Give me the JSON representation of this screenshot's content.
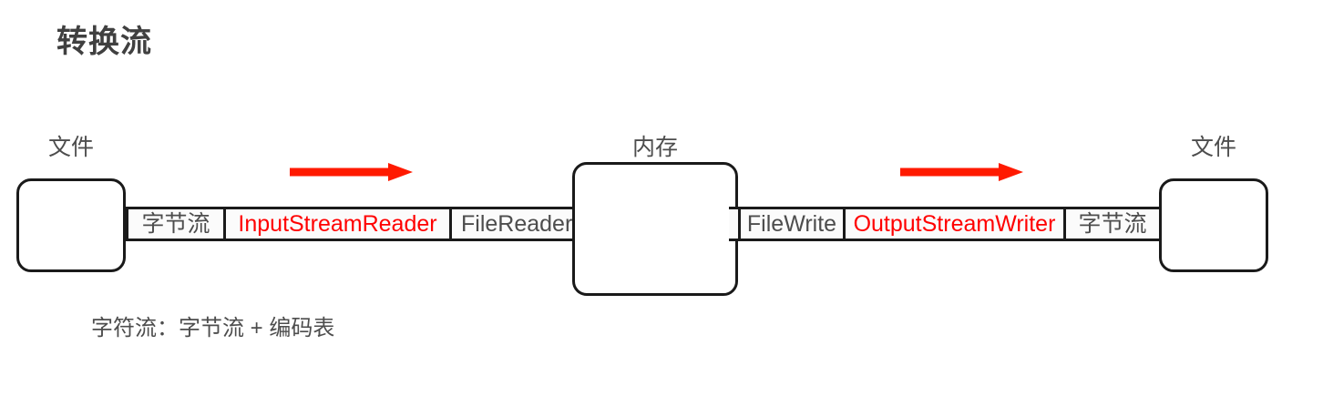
{
  "title": "转换流",
  "diagram": {
    "nodes": [
      {
        "id": "file-left",
        "label": "文件"
      },
      {
        "id": "memory",
        "label": "内存"
      },
      {
        "id": "file-right",
        "label": "文件"
      }
    ],
    "input_band": {
      "cells": [
        {
          "id": "input-byte-stream",
          "text": "字节流",
          "color": "#4d4d4d"
        },
        {
          "id": "input-stream-reader",
          "text": "InputStreamReader",
          "color": "#ff0000"
        },
        {
          "id": "file-reader",
          "text": "FileReader",
          "color": "#4d4d4d"
        }
      ]
    },
    "output_band": {
      "cells": [
        {
          "id": "file-writer",
          "text": "FileWrite",
          "color": "#4d4d4d"
        },
        {
          "id": "output-stream-writer",
          "text": "OutputStreamWriter",
          "color": "#ff0000"
        },
        {
          "id": "output-byte-stream",
          "text": "字节流",
          "color": "#4d4d4d"
        }
      ]
    },
    "arrows": [
      {
        "id": "arrow-read",
        "direction": "right",
        "color": "#ff1a00"
      },
      {
        "id": "arrow-write",
        "direction": "right",
        "color": "#ff1a00"
      }
    ],
    "caption": "字符流：字节流 + 编码表"
  },
  "colors": {
    "accent_red": "#ff0000",
    "arrow_red": "#ff1a00",
    "stroke": "#1a1a1a",
    "text_gray": "#4d4d4d",
    "title_gray": "#404040"
  }
}
